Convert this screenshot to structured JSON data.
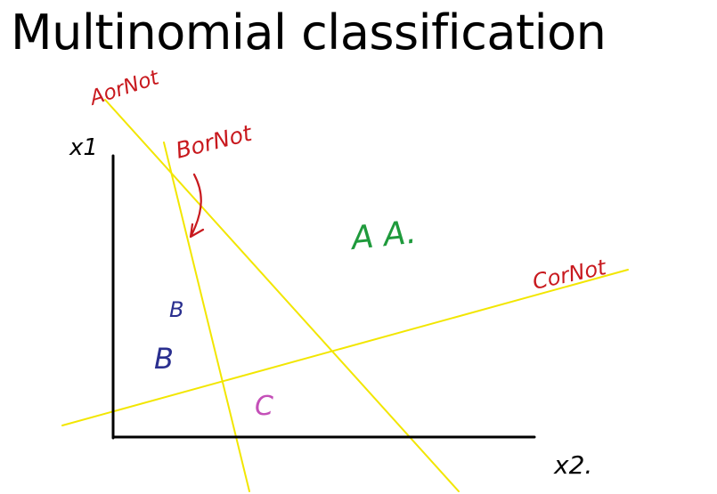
{
  "slide": {
    "title": "Multinomial classification"
  },
  "annotations": {
    "a_or_not": "AorNot",
    "b_or_not": "BorNot",
    "c_or_not": "CorNot",
    "x1_axis": "x1",
    "x2_axis": "x2.",
    "class_a_points": "A A.",
    "class_b_point_1": "B",
    "class_b_point_2": "B",
    "class_c_point": "C"
  },
  "colors": {
    "axes": "#000000",
    "boundary_lines": "#f2e600",
    "red_annotations": "#c8191e",
    "class_a": "#1f9a3c",
    "class_b": "#2a2f8f",
    "class_c": "#c44fb8",
    "axis_labels": "#000000"
  }
}
